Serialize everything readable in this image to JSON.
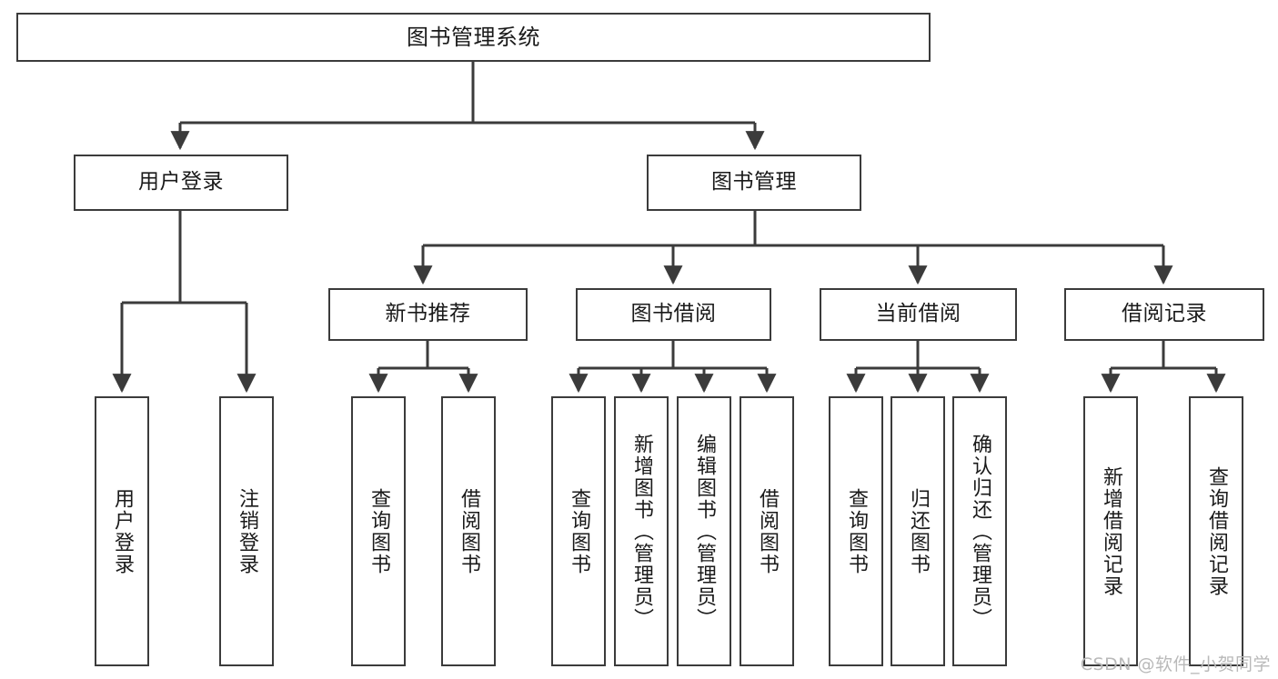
{
  "diagram": {
    "type": "hierarchy-tree",
    "title": "图书管理系统",
    "watermark": "CSDN @软件_小贺同学",
    "colors": {
      "box_border": "#3b3b3b",
      "box_fill": "#ffffff",
      "connector": "#3b3b3b",
      "text": "#1a1a1a",
      "watermark": "#b9b9b9"
    },
    "nodes": {
      "root": {
        "label": "图书管理系统",
        "level": 1
      },
      "l2_user_login": {
        "label": "用户登录",
        "level": 2
      },
      "l2_book_manage": {
        "label": "图书管理",
        "level": 2
      },
      "l3_new_book_rec": {
        "label": "新书推荐",
        "level": 3
      },
      "l3_book_borrow": {
        "label": "图书借阅",
        "level": 3
      },
      "l3_current_borrow": {
        "label": "当前借阅",
        "level": 3
      },
      "l3_borrow_record": {
        "label": "借阅记录",
        "level": 3
      },
      "leaf_user_login": {
        "label": "用户登录",
        "level": 4
      },
      "leaf_logout": {
        "label": "注销登录",
        "level": 4
      },
      "leaf_query_book_a": {
        "label": "查询图书",
        "level": 4
      },
      "leaf_borrow_book_a": {
        "label": "借阅图书",
        "level": 4
      },
      "leaf_query_book_b": {
        "label": "查询图书",
        "level": 4
      },
      "leaf_add_book": {
        "label": "新增图书（管理员）",
        "level": 4
      },
      "leaf_edit_book": {
        "label": "编辑图书（管理员）",
        "level": 4
      },
      "leaf_borrow_book_b": {
        "label": "借阅图书",
        "level": 4
      },
      "leaf_query_book_c": {
        "label": "查询图书",
        "level": 4
      },
      "leaf_return_book": {
        "label": "归还图书",
        "level": 4
      },
      "leaf_confirm_return": {
        "label": "确认归还（管理员）",
        "level": 4
      },
      "leaf_add_record": {
        "label": "新增借阅记录",
        "level": 4
      },
      "leaf_query_record": {
        "label": "查询借阅记录",
        "level": 4
      }
    }
  }
}
